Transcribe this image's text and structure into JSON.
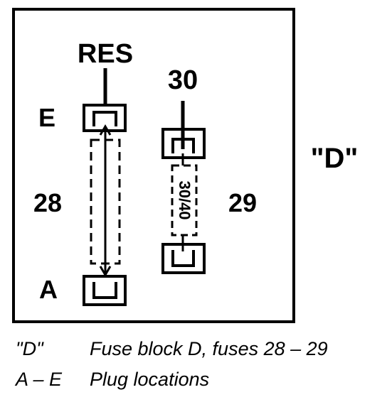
{
  "diagram": {
    "block_label": "\"D\"",
    "fuse_left": {
      "top_label": "RES",
      "plug_top": "E",
      "plug_bottom": "A",
      "number": "28"
    },
    "fuse_right": {
      "top_label": "30",
      "rating": "30/40",
      "number": "29"
    }
  },
  "legend": [
    {
      "key": "\"D\"",
      "description": "Fuse block D, fuses 28 – 29"
    },
    {
      "key": "A – E",
      "description": "Plug locations"
    }
  ]
}
